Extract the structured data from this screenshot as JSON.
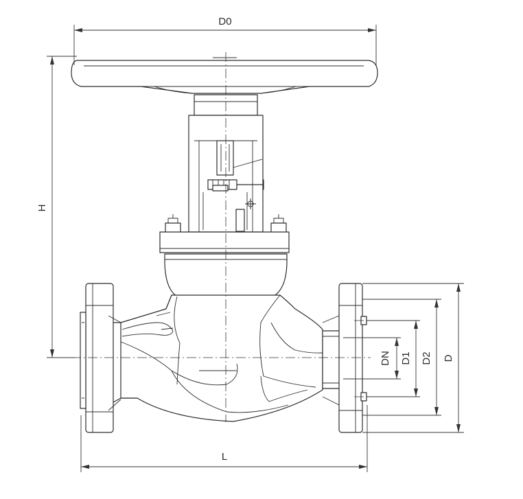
{
  "dimensions": {
    "d0": "D0",
    "h": "H",
    "l": "L",
    "dn": "DN",
    "d1": "D1",
    "d2": "D2",
    "d": "D"
  }
}
